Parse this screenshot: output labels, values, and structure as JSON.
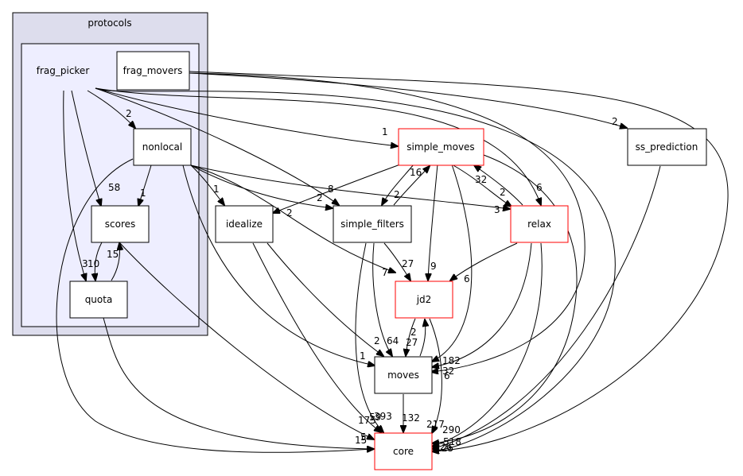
{
  "diagram": {
    "clusters": {
      "protocols": "protocols",
      "frag_picker": "frag_picker"
    },
    "nodes": {
      "frag_movers": {
        "label": "frag_movers",
        "border": "#000000"
      },
      "nonlocal": {
        "label": "nonlocal",
        "border": "#000000"
      },
      "scores": {
        "label": "scores",
        "border": "#000000"
      },
      "quota": {
        "label": "quota",
        "border": "#000000"
      },
      "simple_moves": {
        "label": "simple_moves",
        "border": "#ff0000"
      },
      "ss_prediction": {
        "label": "ss_prediction",
        "border": "#000000"
      },
      "idealize": {
        "label": "idealize",
        "border": "#000000"
      },
      "simple_filters": {
        "label": "simple_filters",
        "border": "#000000"
      },
      "relax": {
        "label": "relax",
        "border": "#ff0000"
      },
      "jd2": {
        "label": "jd2",
        "border": "#ff0000"
      },
      "moves": {
        "label": "moves",
        "border": "#000000"
      },
      "core": {
        "label": "core",
        "border": "#ff0000"
      }
    },
    "colors": {
      "outer_cluster_fill": "#dddded",
      "inner_cluster_fill": "#eeeeff",
      "edge": "#000000",
      "text": "#000000"
    },
    "edge_labels": {
      "fp_nonlocal": "2",
      "fp_scores": "58",
      "fp_quota": "10",
      "fp_simple_moves": "1",
      "fp_simple_filters": "8",
      "fp_relax": "6",
      "fm_ss": "2",
      "nonlocal_scores": "1",
      "nonlocal_idealize": "1",
      "nonlocal_simple_filters": "2",
      "nonlocal_simple_filters2": "2",
      "nonlocal_relax": "3",
      "nonlocal_jd2": "7",
      "nonlocal_moves": "1",
      "scores_quota": "3",
      "quota_scores": "15",
      "sm_simple_filters": "16",
      "sf_sm": "2",
      "sm_relax": "32",
      "relax_sm": "2",
      "sm_jd2": "9",
      "sf_jd2": "27",
      "relax_jd2": "6",
      "idealize_moves": "2",
      "sf_moves": "64",
      "jd2_moves": "27",
      "moves_jd2": "2",
      "sm_moves": "182",
      "relax_moves": "32",
      "fm_moves": "6",
      "moves_core": "132",
      "core_175": "175",
      "core_393": "393",
      "core_59": "59",
      "core_217": "217",
      "core_290": "290",
      "core_518": "518",
      "core_15": "15",
      "core_5": "5",
      "core_25": "25",
      "core_26": "26"
    }
  }
}
